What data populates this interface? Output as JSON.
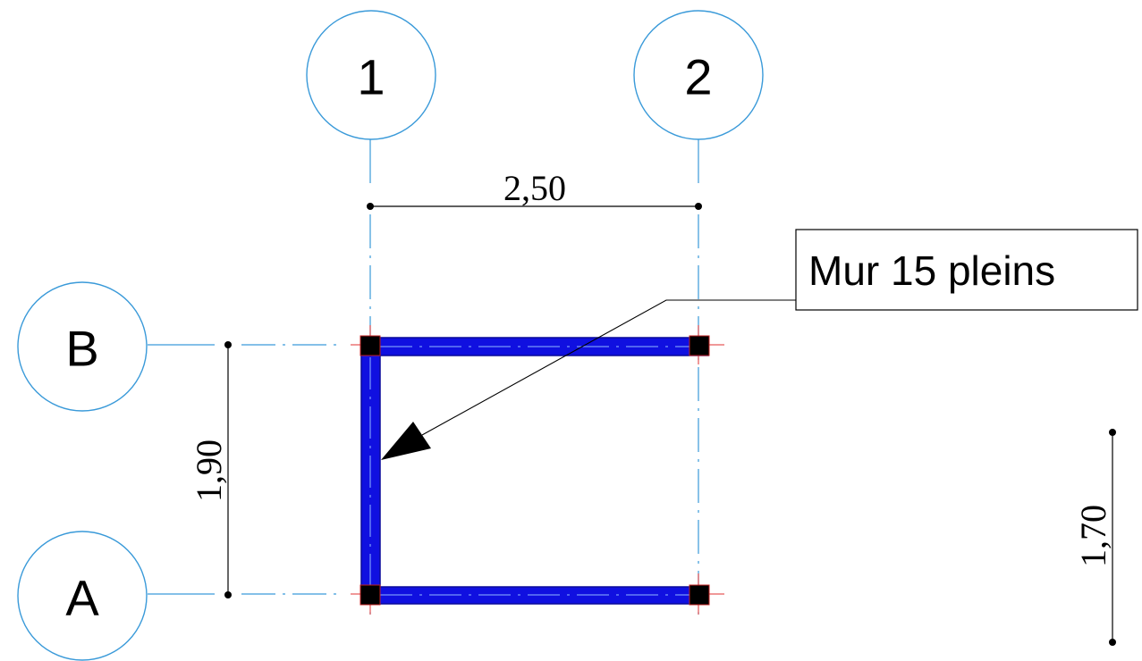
{
  "grid_axes": {
    "vertical": [
      {
        "id": "axis-1",
        "label": "1"
      },
      {
        "id": "axis-2",
        "label": "2"
      }
    ],
    "horizontal": [
      {
        "id": "axis-B",
        "label": "B"
      },
      {
        "id": "axis-A",
        "label": "A"
      }
    ]
  },
  "dimensions": {
    "horizontal_span": "2,50",
    "vertical_span_left": "1,90",
    "vertical_span_right": "1,70"
  },
  "callout": {
    "wall_label": "Mur 15 pleins"
  },
  "colors": {
    "axis": "#3a9ad9",
    "wall": "#1010e0",
    "post": "#000000",
    "dimension": "#000000",
    "tick": "#e03030"
  }
}
